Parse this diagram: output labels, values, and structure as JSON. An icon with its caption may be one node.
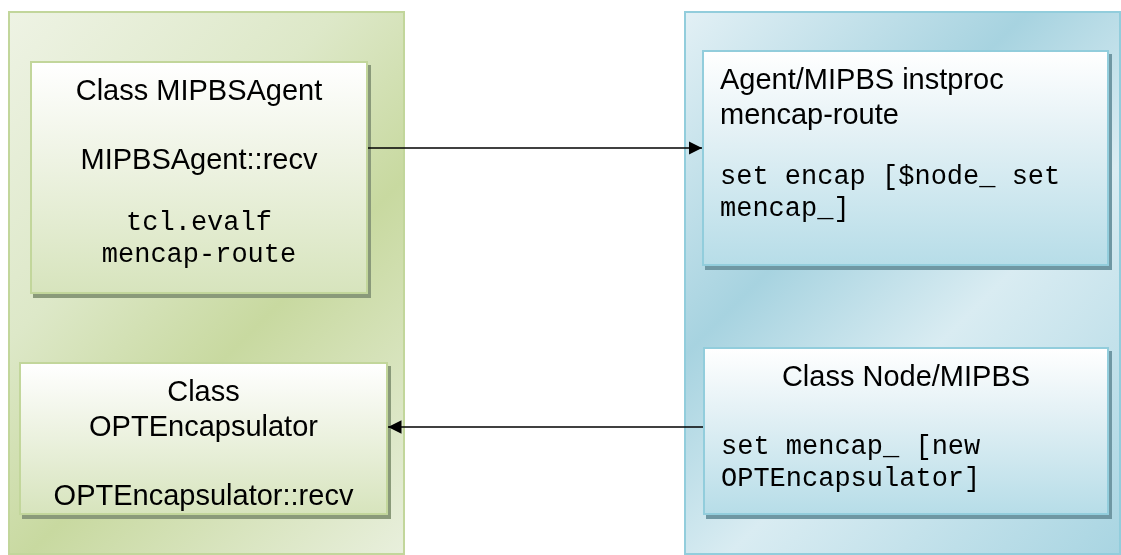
{
  "diagram": {
    "nodes": [
      {
        "text": [],
        "shape": "box"
      },
      {
        "text": [
          "Class MIPBSAgent",
          "MIPBSAgent::recv",
          "tcl.evalf mencap-route"
        ],
        "in": 0
      },
      {
        "text": [
          "Class OPTEncapsulator",
          "OPTEncapsulator::recv"
        ],
        "in": 0
      },
      {
        "text": [],
        "shape": "box"
      },
      {
        "text": [
          "Agent/MIPBS instproc mencap-route",
          "set encap [$node_ set mencap_]"
        ],
        "in": 3
      },
      {
        "text": [
          "Class Node/MIPBS",
          "set mencap_ [new OPTEncapsulator]"
        ],
        "in": 3
      }
    ],
    "edges": [
      {
        "from": 1,
        "to": 4,
        "arrow": "to"
      },
      {
        "from": 5,
        "to": 2,
        "arrow": "to"
      }
    ]
  }
}
